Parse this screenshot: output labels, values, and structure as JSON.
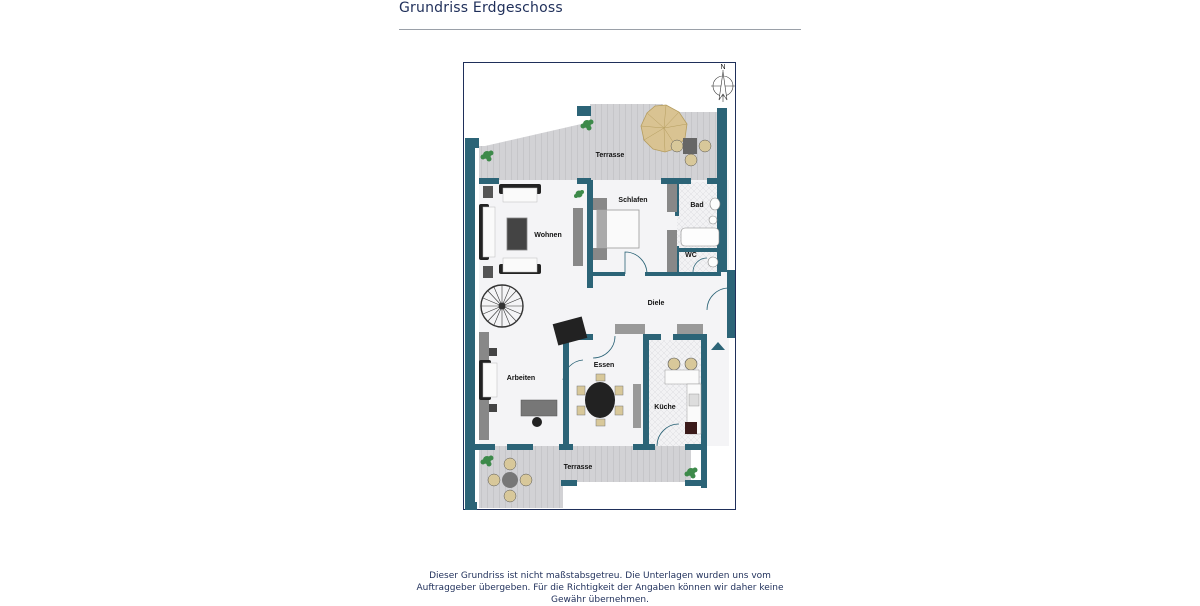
{
  "page": {
    "title": "Grundriss Erdgeschoss",
    "disclaimer": "Dieser Grundriss ist nicht maßstabsgetreu. Die Unterlagen wurden uns vom Auftraggeber übergeben. Für die Richtigkeit der Angaben können wir daher keine Gewähr übernehmen."
  },
  "compass": {
    "label": "N"
  },
  "rooms": {
    "terrasse_top": "Terrasse",
    "schlafen": "Schlafen",
    "bad": "Bad",
    "wohnen": "Wohnen",
    "wc": "WC",
    "diele": "Diele",
    "essen": "Essen",
    "arbeiten": "Arbeiten",
    "kueche": "Küche",
    "terrasse_bottom": "Terrasse"
  },
  "colors": {
    "wall": "#2c6477",
    "floor": "#f4f4f6",
    "terrace": "#cfcfd2",
    "furniture": "#8c8f94",
    "umbrella": "#d9c392",
    "plant": "#3d8a4a",
    "frame": "#1f2f5a"
  }
}
